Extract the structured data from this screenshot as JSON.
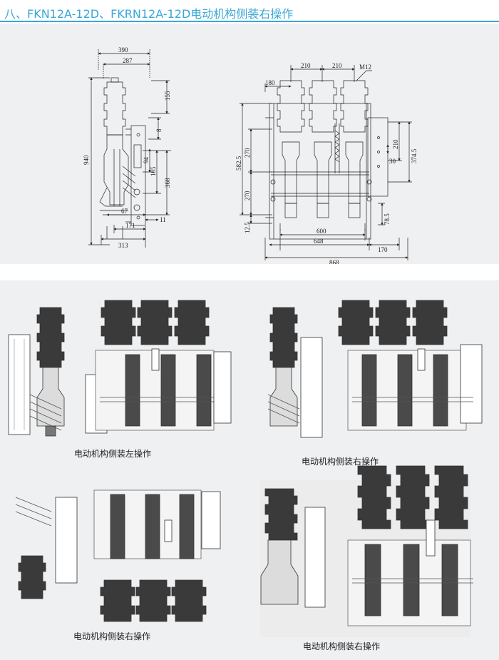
{
  "header": {
    "title": "八、FKN12A-12D、FKRN12A-12D电动机构侧装右操作"
  },
  "colors": {
    "accent": "#3aa7d4",
    "panel_bg": "#eef0f2",
    "line": "#222222"
  },
  "drawing_side": {
    "dims": {
      "d390": "390",
      "d287": "287",
      "d155": "155",
      "d8": "8",
      "d940": "940",
      "d94": "94",
      "d105": "105",
      "d368": "368",
      "d67": "67",
      "d11": "11",
      "d171": "171",
      "d313": "313"
    }
  },
  "drawing_front": {
    "dims": {
      "d210a": "210",
      "d210b": "210",
      "d180": "180",
      "m12": "M12",
      "d270a": "270",
      "d5825": "582.5",
      "d270b": "270",
      "d125": "12.5",
      "d210c": "210",
      "d30": "30",
      "d3745": "374.5",
      "d785": "78.5",
      "d600": "600",
      "d648": "648",
      "d170": "170",
      "d868": "868"
    }
  },
  "photos": [
    {
      "caption": "电动机构侧装左操作"
    },
    {
      "caption": "电动机构侧装右操作"
    },
    {
      "caption": "电动机构侧装右操作"
    },
    {
      "caption": "电动机构侧装右操作"
    }
  ]
}
